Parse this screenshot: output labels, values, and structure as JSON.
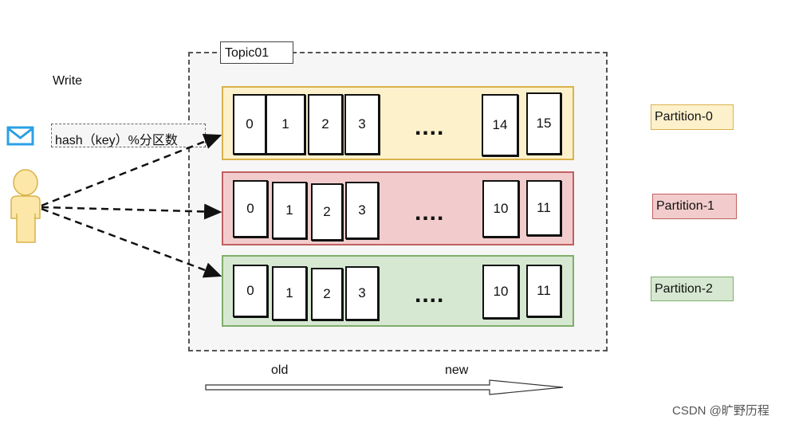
{
  "topic": {
    "label": "Topic01"
  },
  "producer": {
    "write_label": "Write",
    "hash_label": "hash（key）%分区数"
  },
  "partitions": [
    {
      "name": "Partition-0",
      "fill": "#fdf1cc",
      "stroke": "#d9b24a",
      "cells_left": [
        "0",
        "1",
        "2",
        "3"
      ],
      "ellipsis": "....",
      "cells_right": [
        "14",
        "15"
      ]
    },
    {
      "name": "Partition-1",
      "fill": "#f2cccc",
      "stroke": "#c0605f",
      "cells_left": [
        "0",
        "1",
        "2",
        "3"
      ],
      "ellipsis": "....",
      "cells_right": [
        "10",
        "11"
      ]
    },
    {
      "name": "Partition-2",
      "fill": "#d6e8d1",
      "stroke": "#7fae6b",
      "cells_left": [
        "0",
        "1",
        "2",
        "3"
      ],
      "ellipsis": "....",
      "cells_right": [
        "10",
        "11"
      ]
    }
  ],
  "timeline": {
    "old_label": "old",
    "new_label": "new"
  },
  "watermark": "CSDN @旷野历程",
  "icons": [
    "envelope-icon",
    "user-icon",
    "arrow-right-icon"
  ],
  "colors": {
    "envelope": "#2aa0e6",
    "user_fill": "#fce7a8",
    "user_stroke": "#d9b24a"
  }
}
